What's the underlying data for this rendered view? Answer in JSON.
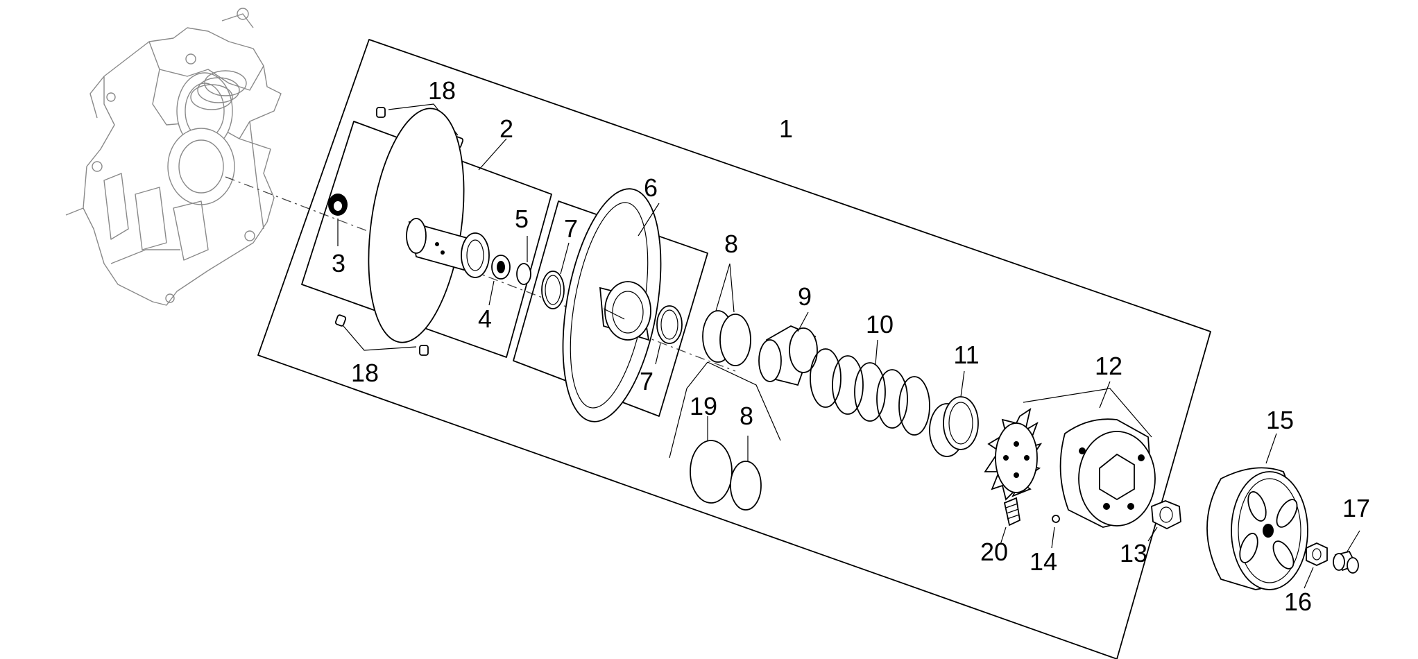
{
  "callouts": [
    {
      "id": "c1",
      "text": "1"
    },
    {
      "id": "c2",
      "text": "2"
    },
    {
      "id": "c3",
      "text": "3"
    },
    {
      "id": "c4",
      "text": "4"
    },
    {
      "id": "c5",
      "text": "5"
    },
    {
      "id": "c6",
      "text": "6"
    },
    {
      "id": "c7a",
      "text": "7"
    },
    {
      "id": "c7b",
      "text": "7"
    },
    {
      "id": "c8a",
      "text": "8"
    },
    {
      "id": "c8b",
      "text": "8"
    },
    {
      "id": "c9",
      "text": "9"
    },
    {
      "id": "c10",
      "text": "10"
    },
    {
      "id": "c11",
      "text": "11"
    },
    {
      "id": "c12",
      "text": "12"
    },
    {
      "id": "c13",
      "text": "13"
    },
    {
      "id": "c14",
      "text": "14"
    },
    {
      "id": "c15",
      "text": "15"
    },
    {
      "id": "c16",
      "text": "16"
    },
    {
      "id": "c17",
      "text": "17"
    },
    {
      "id": "c18a",
      "text": "18"
    },
    {
      "id": "c18b",
      "text": "18"
    },
    {
      "id": "c19",
      "text": "19"
    },
    {
      "id": "c20",
      "text": "20"
    }
  ],
  "colors": {
    "line": "#000000",
    "housing": "#8a8a8a",
    "background": "#ffffff"
  }
}
